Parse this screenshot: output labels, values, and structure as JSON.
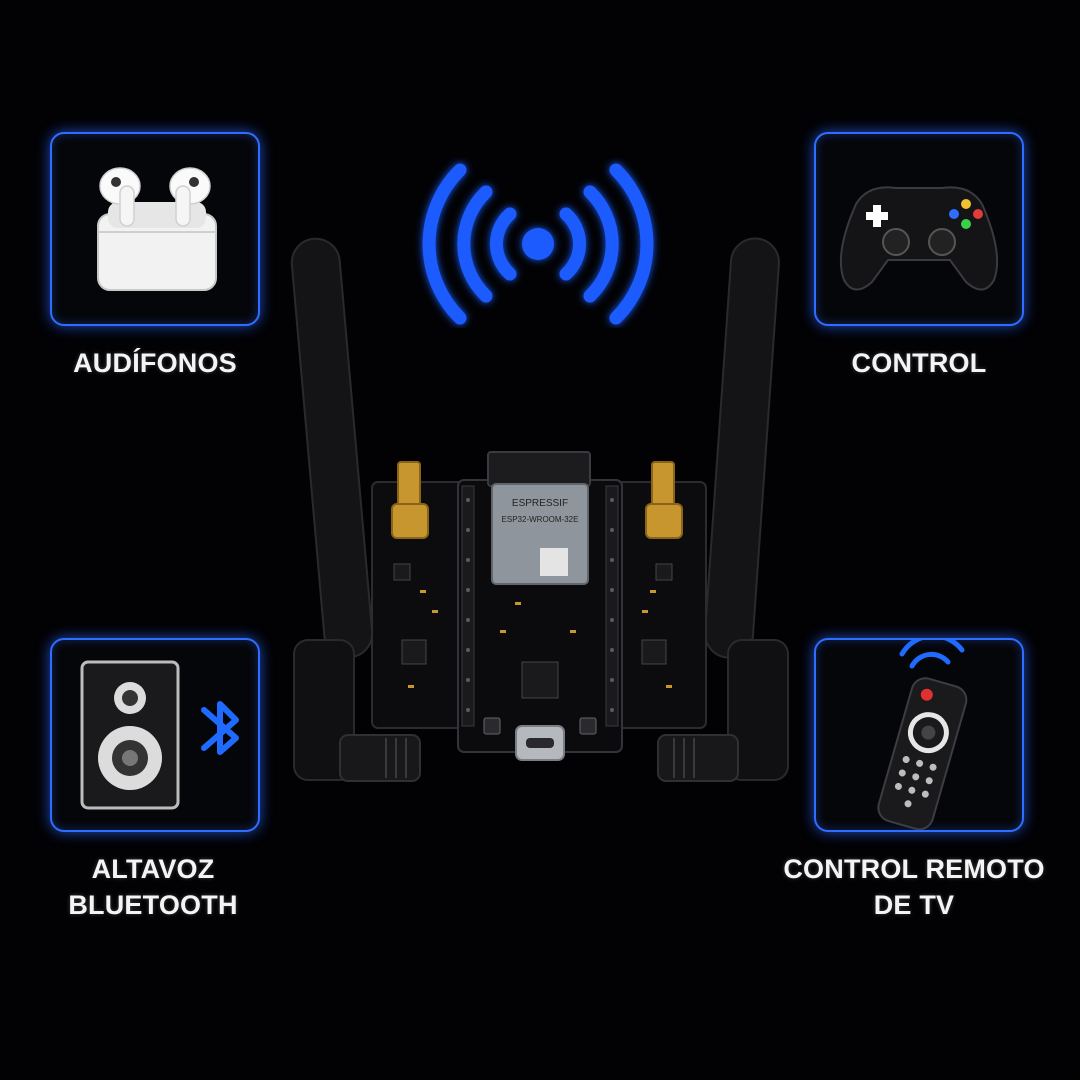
{
  "devices": {
    "headphones": {
      "label": "AUDÍFONOS",
      "icon": "earbuds-icon"
    },
    "gamepad": {
      "label": "CONTROL",
      "icon": "gamepad-icon"
    },
    "speaker": {
      "label_line1": "ALTAVOZ",
      "label_line2": "BLUETOOTH",
      "icon": "speaker-icon",
      "badge_icon": "bluetooth-icon"
    },
    "remote": {
      "label_line1": "CONTROL REMOTO",
      "label_line2": "DE TV",
      "icon": "tv-remote-icon"
    }
  },
  "board": {
    "module_brand": "ESPRESSIF",
    "module_model": "ESP32-WROOM-32E",
    "icon": "esp32-board-icon",
    "antenna_icon": "antenna-icon"
  },
  "signal": {
    "icon": "wireless-signal-icon"
  },
  "colors": {
    "accent": "#2f6dff",
    "background": "#020204",
    "text": "#f4f4f4"
  }
}
